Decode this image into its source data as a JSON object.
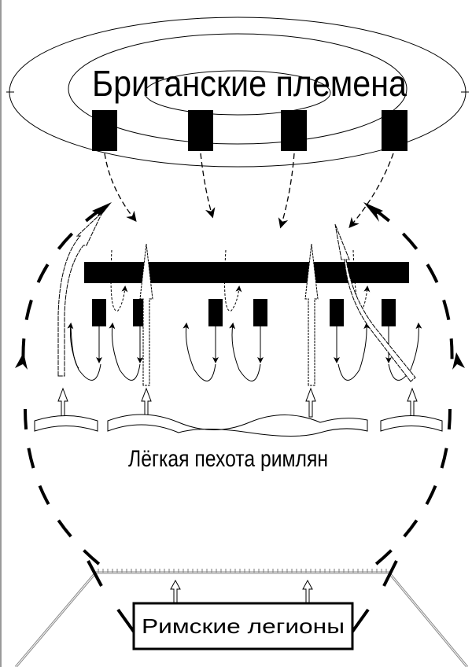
{
  "diagram": {
    "title": "Британские племена",
    "light_infantry_label": "Лёгкая пехота римлян",
    "legions_label": "Римские легионы",
    "colors": {
      "ink": "#000000",
      "paper": "#ffffff",
      "ground": "#888888"
    }
  }
}
